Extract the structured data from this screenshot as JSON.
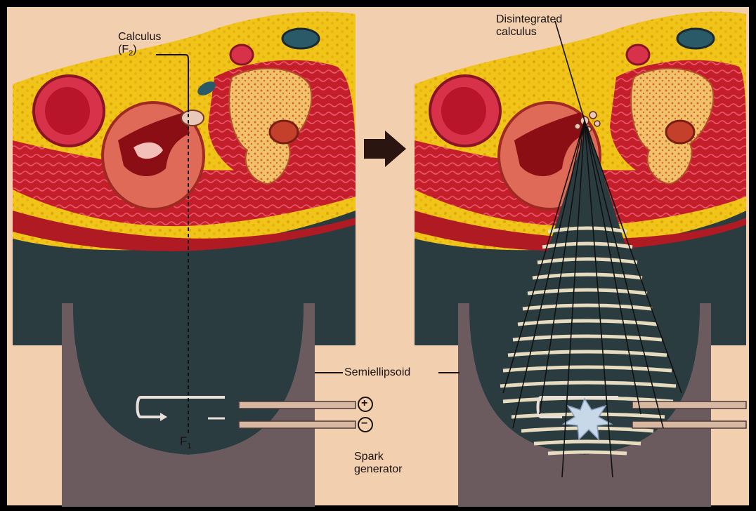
{
  "labels": {
    "calculus_line1": "Calculus",
    "calculus_line2_prefix": "(F",
    "calculus_line2_sub": "2",
    "calculus_line2_suffix": ")",
    "focus_f1_prefix": "F",
    "focus_f1_sub": "1",
    "disintegrated_line1": "Disintegrated",
    "disintegrated_line2": "calculus",
    "semiellipsoid": "Semiellipsoid",
    "plus_symbol": "+",
    "minus_symbol": "−",
    "spark_line1": "Spark",
    "spark_line2": "generator"
  },
  "colors": {
    "background": "#f2cfae",
    "frame": "#000000",
    "fat": "#f0c419",
    "muscle": "#c41e2a",
    "water": "#2b3c40",
    "reflector": "#6b5a5e",
    "arrow": "#2a1510"
  }
}
